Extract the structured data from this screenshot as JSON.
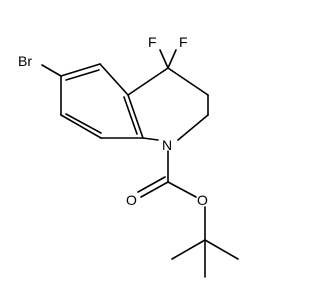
{
  "molecule": {
    "atoms": {
      "br": "Br",
      "f1": "F",
      "f2": "F",
      "n": "N",
      "o_carbonyl": "O",
      "o_ester": "O"
    }
  }
}
